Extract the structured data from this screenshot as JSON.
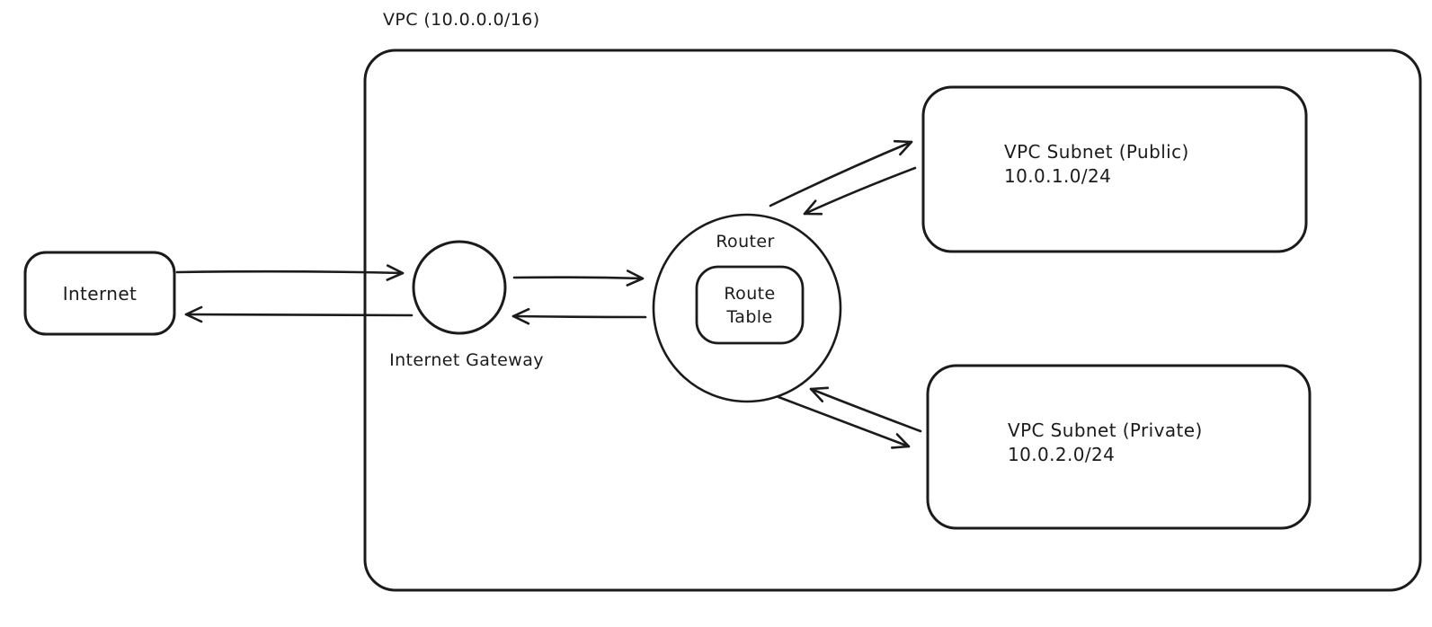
{
  "diagram": {
    "title": "VPC (10.0.0.0/16)",
    "colors": {
      "stroke": "#1b1b1b",
      "background": "#ffffff"
    },
    "vpc": {
      "label": "VPC (10.0.0.0/16)"
    },
    "nodes": {
      "internet": {
        "label": "Internet",
        "shape": "rounded-rectangle"
      },
      "internet_gateway": {
        "label": "Internet Gateway",
        "shape": "circle"
      },
      "router": {
        "label": "Router",
        "shape": "circle"
      },
      "route_table": {
        "line1": "Route",
        "line2": "Table",
        "shape": "rounded-rectangle"
      },
      "subnet_public": {
        "title": "VPC Subnet (Public)",
        "cidr": "10.0.1.0/24",
        "shape": "rounded-rectangle"
      },
      "subnet_private": {
        "title": "VPC Subnet (Private)",
        "cidr": "10.0.2.0/24",
        "shape": "rounded-rectangle"
      }
    },
    "edges": [
      {
        "from": "internet",
        "to": "internet_gateway"
      },
      {
        "from": "internet_gateway",
        "to": "internet"
      },
      {
        "from": "internet_gateway",
        "to": "router"
      },
      {
        "from": "router",
        "to": "internet_gateway"
      },
      {
        "from": "router",
        "to": "subnet_public"
      },
      {
        "from": "subnet_public",
        "to": "router"
      },
      {
        "from": "subnet_private",
        "to": "router"
      },
      {
        "from": "router",
        "to": "subnet_private"
      }
    ]
  }
}
